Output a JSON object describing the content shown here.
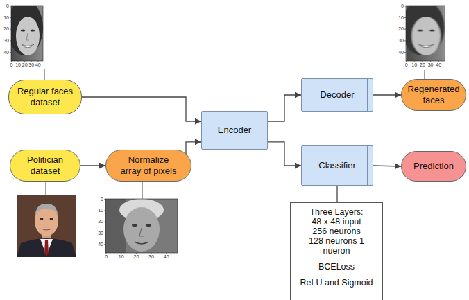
{
  "diagram": {
    "nodes": [
      {
        "text": [
          "Regular faces dataset"
        ]
      },
      {
        "text": [
          "Politician dataset"
        ]
      },
      {
        "text": [
          "Normalize array of pixels"
        ]
      },
      {
        "text": [
          "Encoder"
        ]
      },
      {
        "text": [
          "Decoder"
        ]
      },
      {
        "text": [
          "Classifier"
        ]
      },
      {
        "text": [
          "Regenerated faces"
        ]
      },
      {
        "text": [
          "Prediction"
        ]
      },
      {
        "text": [
          "Three Layers: 48 x 48 input 256 neurons 128 neurons 1 nueron",
          "BCELoss",
          "ReLU and Sigmoid"
        ]
      }
    ],
    "edges": [
      {
        "from": 0,
        "to": 3,
        "arrow": "to"
      },
      {
        "from": 1,
        "to": 2,
        "arrow": "to"
      },
      {
        "from": 2,
        "to": 3,
        "arrow": "to"
      },
      {
        "from": 3,
        "to": 4,
        "arrow": "to"
      },
      {
        "from": 3,
        "to": 5,
        "arrow": "to"
      },
      {
        "from": 4,
        "to": 6,
        "arrow": "to"
      },
      {
        "from": 5,
        "to": 7,
        "arrow": "to"
      },
      {
        "from": 5,
        "to": 8,
        "arrow": "none"
      }
    ],
    "labels": [
      "0",
      "10",
      "20",
      "30",
      "40",
      "0",
      "10",
      "20",
      "30",
      "40",
      "0",
      "10",
      "20",
      "30",
      "40",
      "0",
      "10",
      "20",
      "30",
      "40",
      "0",
      "10",
      "20",
      "30",
      "40",
      "0",
      "10",
      "20",
      "30",
      "40"
    ]
  }
}
